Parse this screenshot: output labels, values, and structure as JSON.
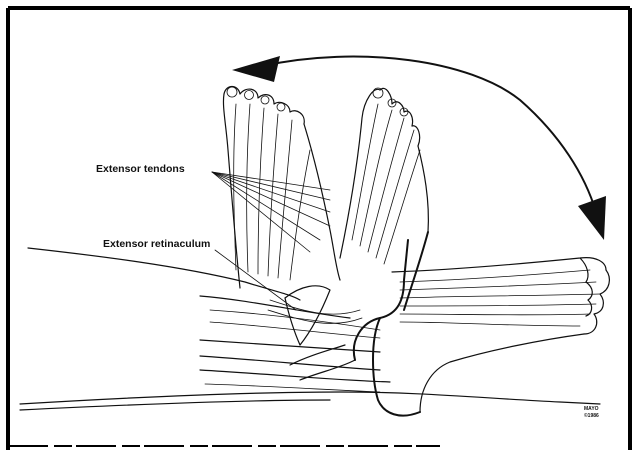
{
  "labels": {
    "extensor_tendons": "Extensor tendons",
    "extensor_retinaculum": "Extensor retinaculum"
  },
  "stamp": {
    "line1": "MAYO",
    "line2": "©1986"
  },
  "colors": {
    "ink": "#111111",
    "paper": "#ffffff",
    "frame": "#000000"
  }
}
